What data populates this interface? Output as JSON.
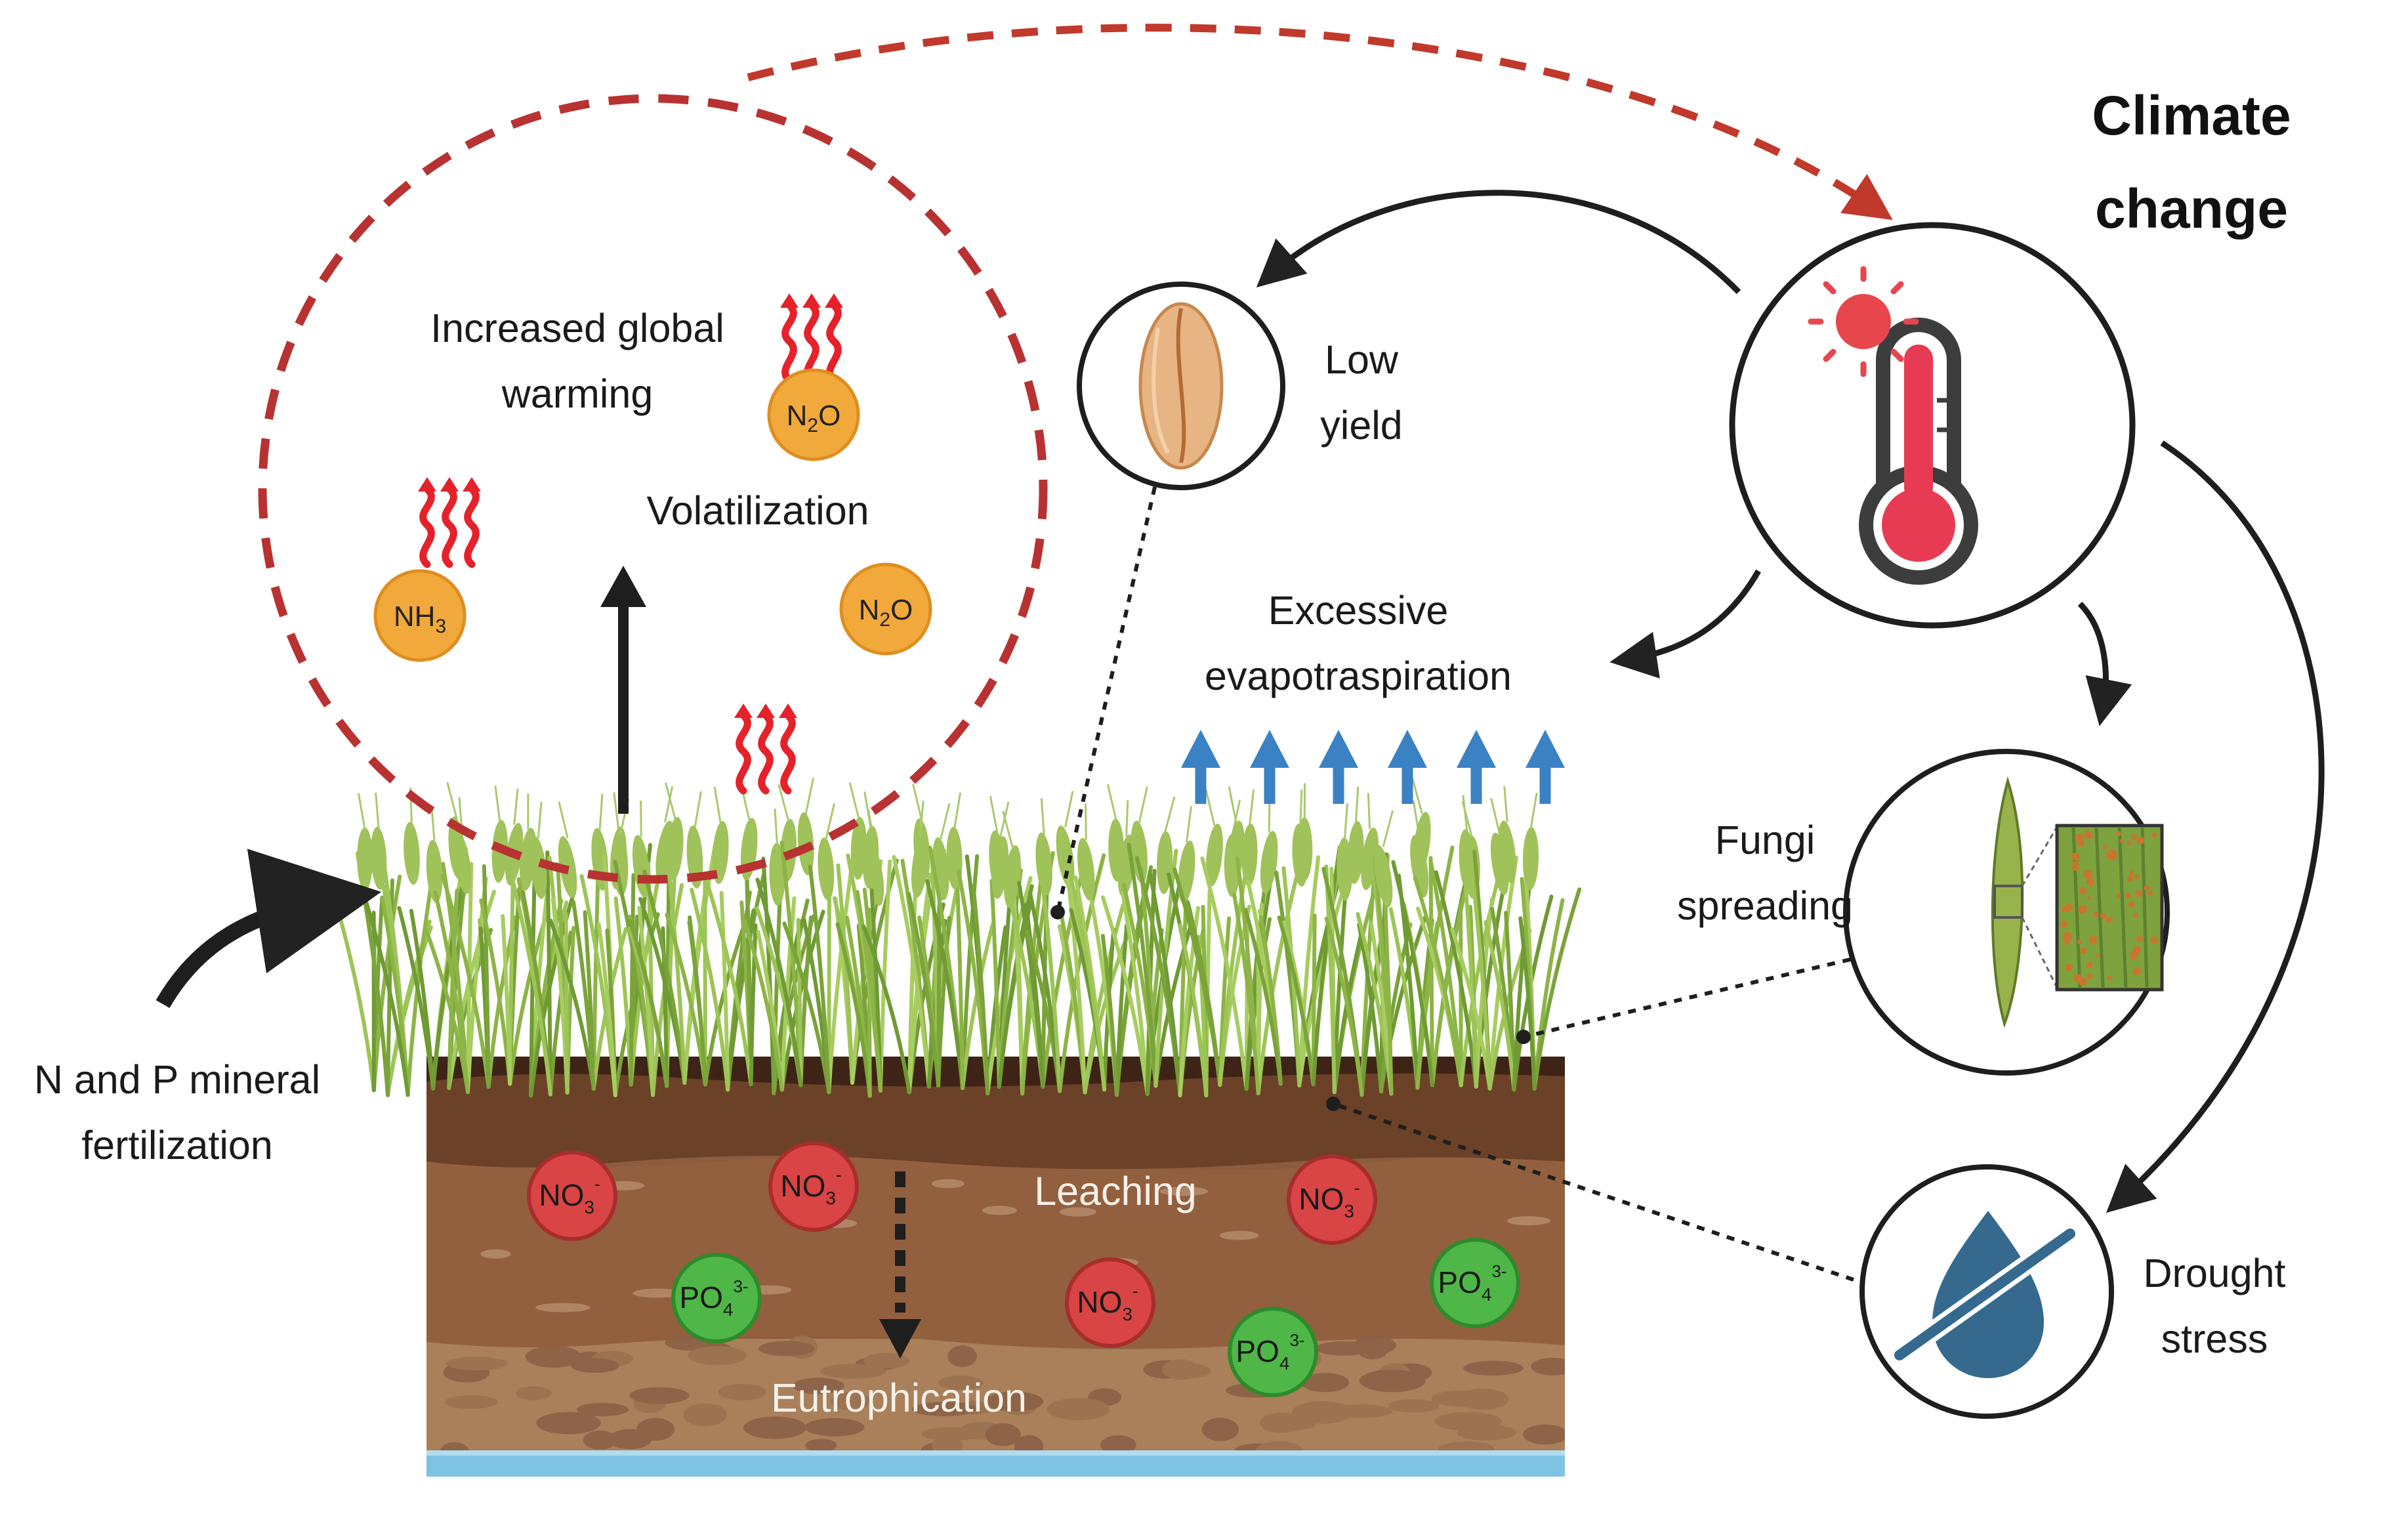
{
  "title": {
    "line1": "Climate",
    "line2": "change"
  },
  "labels": {
    "warming": {
      "line1": "Increased global",
      "line2": "warming"
    },
    "volatilization": "Volatilization",
    "low_yield": {
      "line1": "Low",
      "line2": "yield"
    },
    "evapo": {
      "line1": "Excessive",
      "line2": "evapotraspiration"
    },
    "fungi": {
      "line1": "Fungi",
      "line2": "spreading"
    },
    "fertilization": {
      "line1": "N and P mineral",
      "line2": "fertilization"
    },
    "drought": {
      "line1": "Drought",
      "line2": "stress"
    },
    "leaching": "Leaching",
    "eutrophication": "Eutrophication"
  },
  "molecules": {
    "n2o": {
      "base": "N",
      "sub": "2",
      "tail": "O"
    },
    "nh3": {
      "base": "NH",
      "sub": "3"
    }
  },
  "ions": {
    "nitrate": {
      "base": "NO",
      "sub": "3",
      "sup": "-"
    },
    "phosphate": {
      "base": "PO",
      "sub": "4",
      "sup": "3-"
    }
  },
  "colors": {
    "dashed_circle": "#b83232",
    "heat_waves": "#e5212a",
    "gas_bubble": "#f2a93b",
    "nitrate_bubble": "#d94444",
    "phosphate_bubble": "#4fb648",
    "evaporation_arrows": "#3b82c4",
    "grass": "#8cb446",
    "topsoil": "#5e3a24",
    "subsoil": "#8c5c3e",
    "deep_soil": "#a9805a",
    "water": "#7ec2e4",
    "thermometer_fill": "#e63b53",
    "sun": "#e8464d",
    "drop": "#356a8e",
    "grain": "#e7b584"
  },
  "icons": [
    "heat-waves-icon",
    "grain-icon",
    "thermometer-icon",
    "sun-icon",
    "leaf-rust-icon",
    "no-water-drop-icon",
    "up-arrow-icon"
  ]
}
